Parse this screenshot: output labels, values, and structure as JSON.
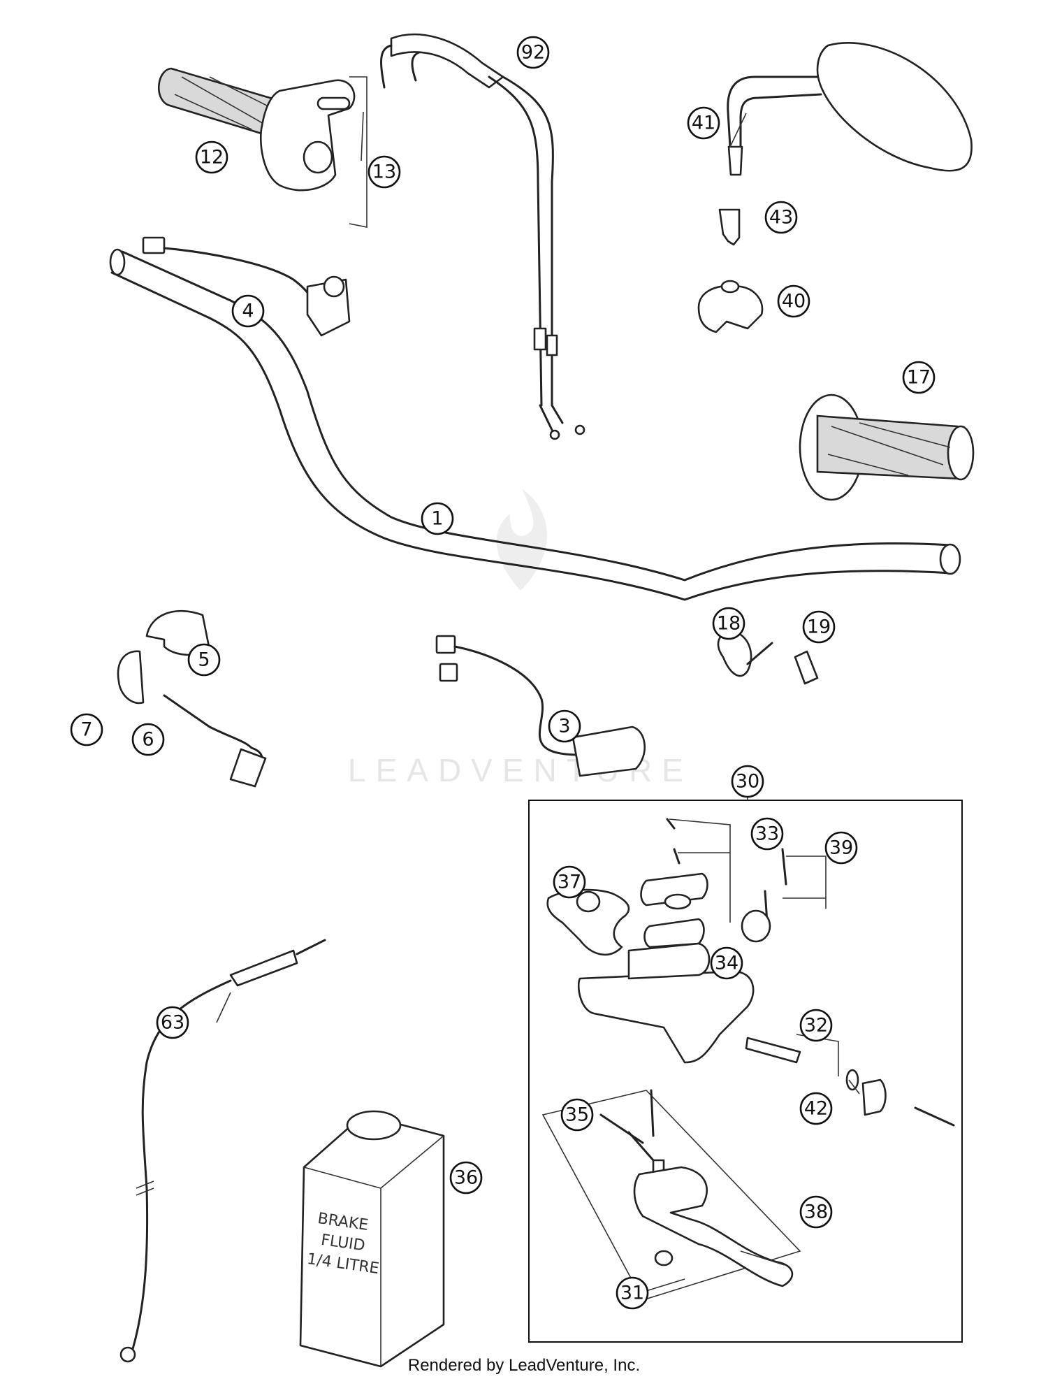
{
  "watermark": "LEADVENTURE",
  "footer": "Rendered by LeadVenture, Inc.",
  "can_label": [
    "BRAKE",
    "FLUID",
    "1/4 LITRE"
  ],
  "callouts": [
    {
      "id": "92",
      "label": "92"
    },
    {
      "id": "12",
      "label": "12"
    },
    {
      "id": "13",
      "label": "13"
    },
    {
      "id": "41",
      "label": "41"
    },
    {
      "id": "43",
      "label": "43"
    },
    {
      "id": "40",
      "label": "40"
    },
    {
      "id": "4",
      "label": "4"
    },
    {
      "id": "17",
      "label": "17"
    },
    {
      "id": "1",
      "label": "1"
    },
    {
      "id": "18",
      "label": "18"
    },
    {
      "id": "19",
      "label": "19"
    },
    {
      "id": "5",
      "label": "5"
    },
    {
      "id": "7",
      "label": "7"
    },
    {
      "id": "6",
      "label": "6"
    },
    {
      "id": "3",
      "label": "3"
    },
    {
      "id": "30",
      "label": "30"
    },
    {
      "id": "33",
      "label": "33"
    },
    {
      "id": "39",
      "label": "39"
    },
    {
      "id": "37",
      "label": "37"
    },
    {
      "id": "34",
      "label": "34"
    },
    {
      "id": "63",
      "label": "63"
    },
    {
      "id": "32",
      "label": "32"
    },
    {
      "id": "42",
      "label": "42"
    },
    {
      "id": "35",
      "label": "35"
    },
    {
      "id": "36",
      "label": "36"
    },
    {
      "id": "38",
      "label": "38"
    },
    {
      "id": "31",
      "label": "31"
    }
  ]
}
